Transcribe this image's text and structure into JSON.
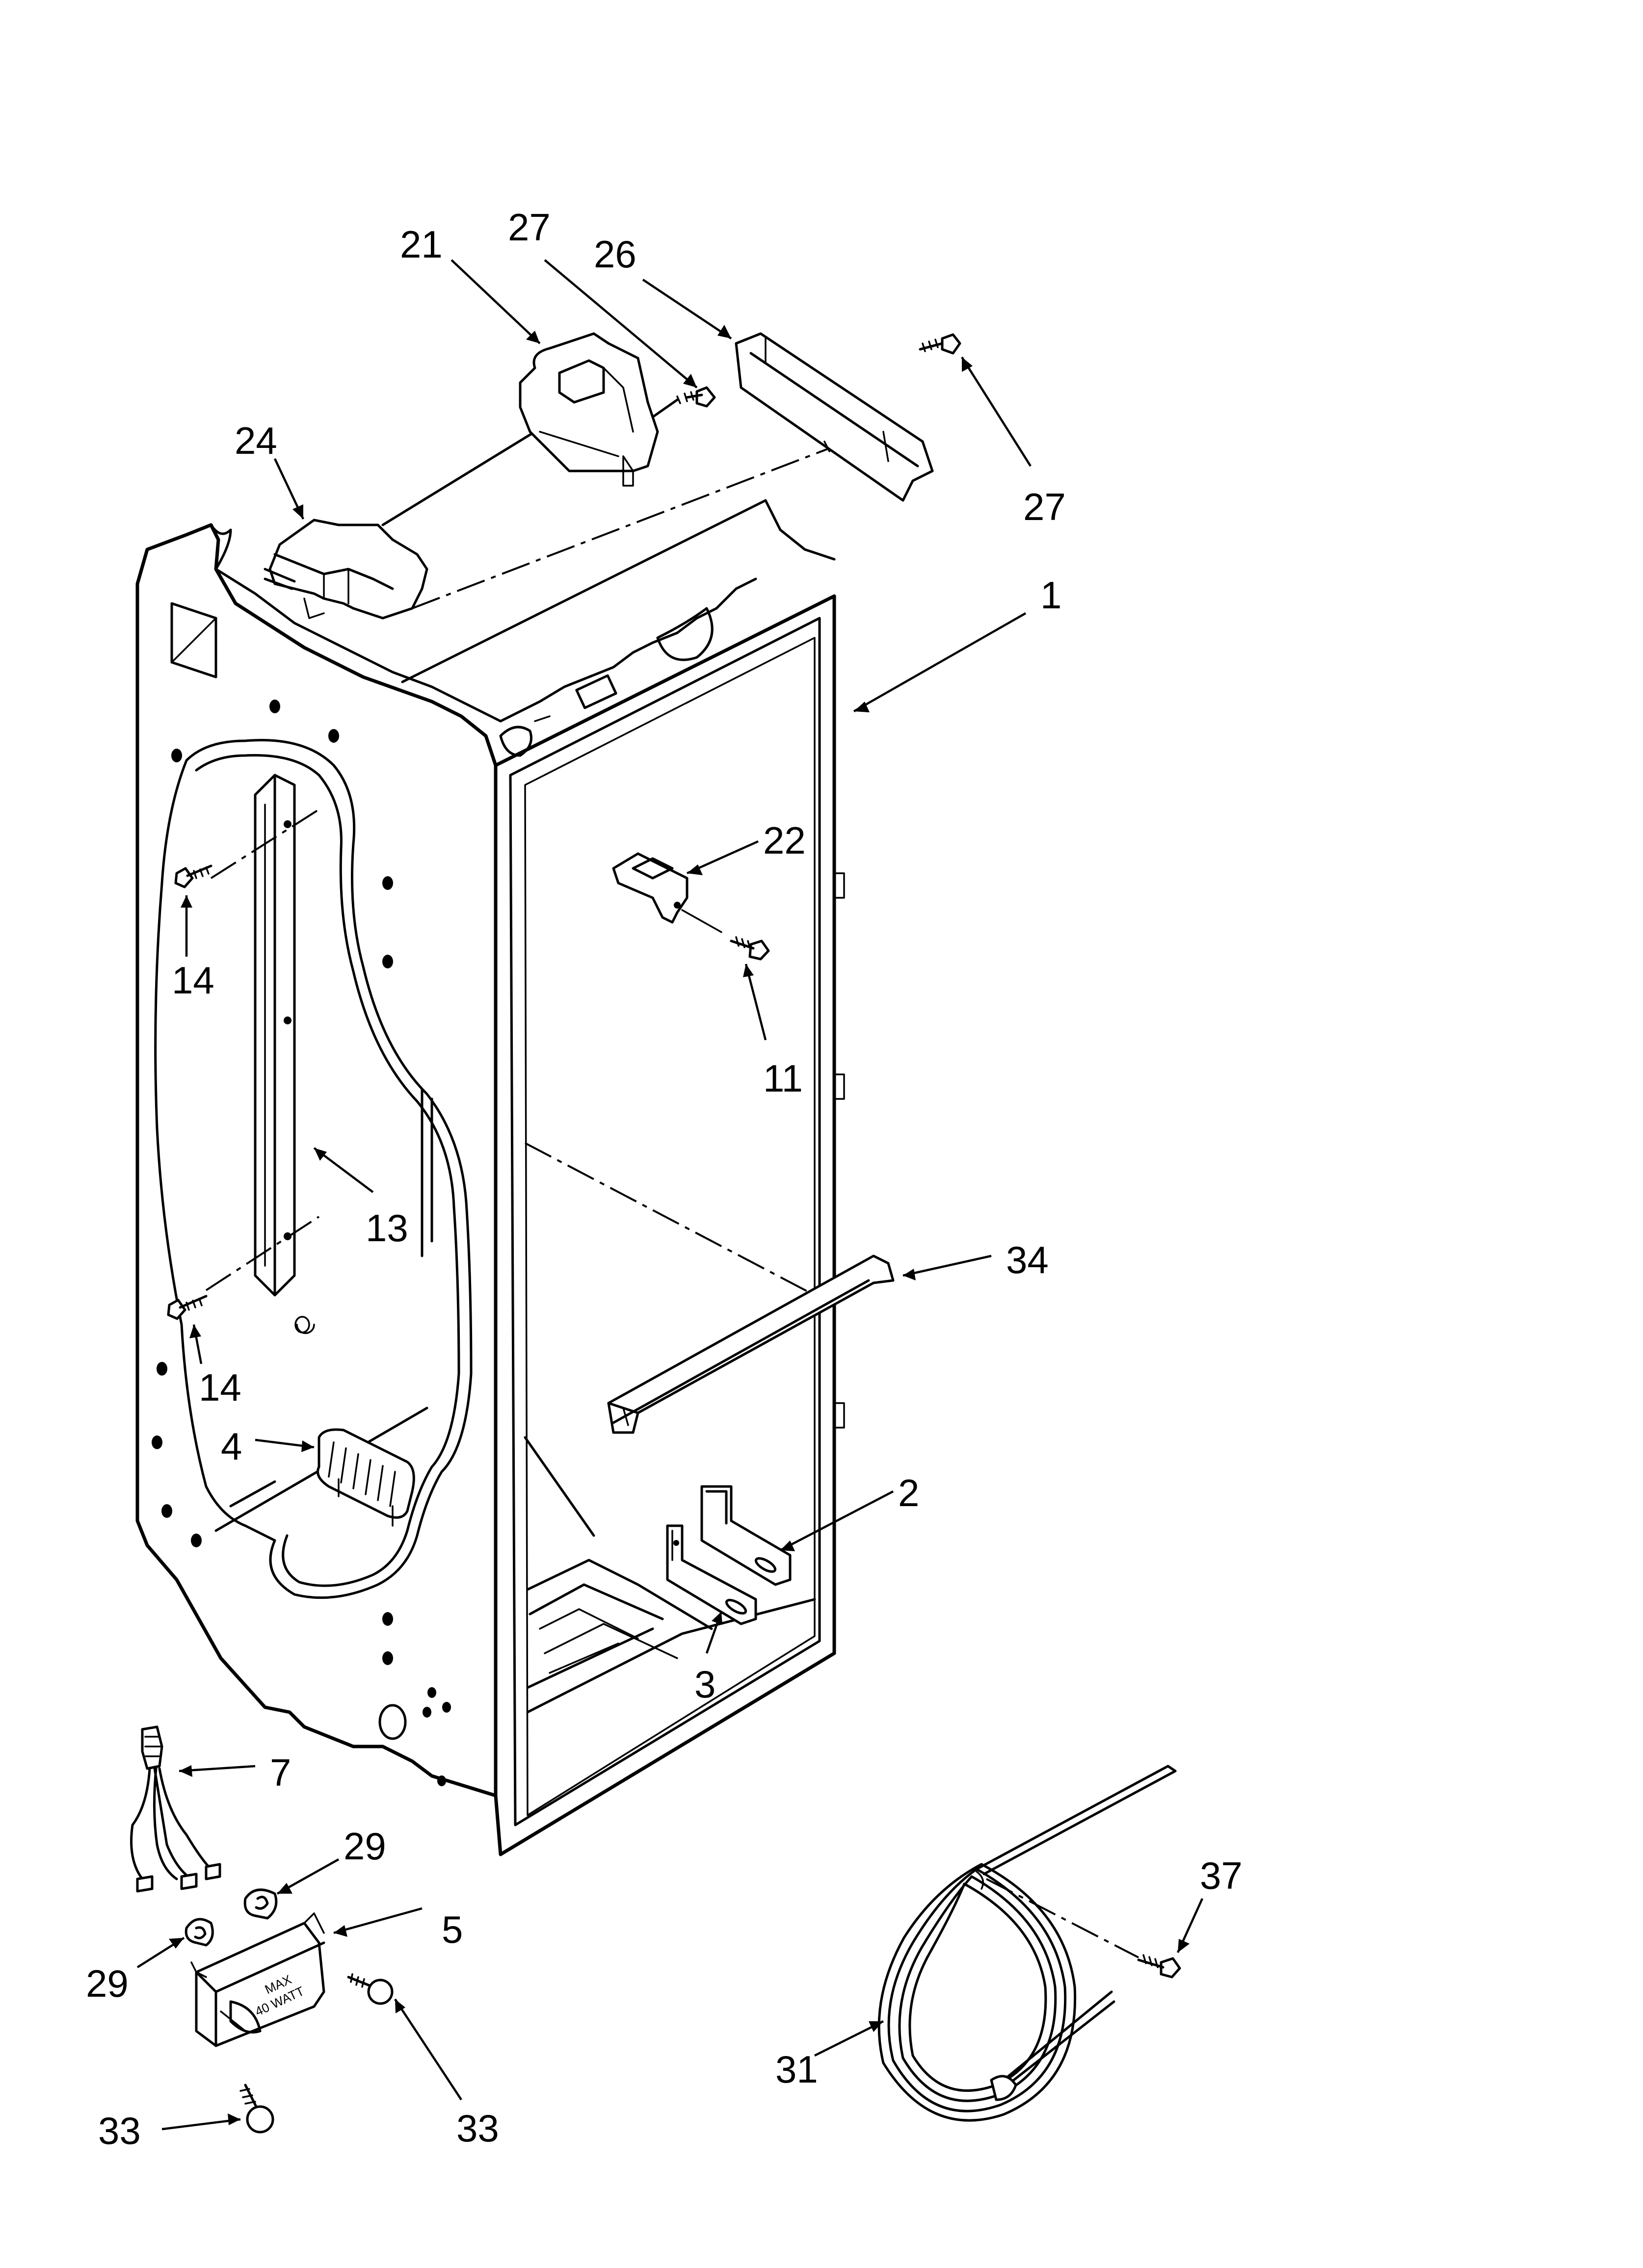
{
  "diagram": {
    "callouts": [
      {
        "id": "c21",
        "label": "21"
      },
      {
        "id": "c27a",
        "label": "27"
      },
      {
        "id": "c26",
        "label": "26"
      },
      {
        "id": "c27b",
        "label": "27"
      },
      {
        "id": "c24",
        "label": "24"
      },
      {
        "id": "c1",
        "label": "1"
      },
      {
        "id": "c22",
        "label": "22"
      },
      {
        "id": "c14a",
        "label": "14"
      },
      {
        "id": "c11",
        "label": "11"
      },
      {
        "id": "c13",
        "label": "13"
      },
      {
        "id": "c34",
        "label": "34"
      },
      {
        "id": "c14b",
        "label": "14"
      },
      {
        "id": "c4",
        "label": "4"
      },
      {
        "id": "c2",
        "label": "2"
      },
      {
        "id": "c3",
        "label": "3"
      },
      {
        "id": "c7",
        "label": "7"
      },
      {
        "id": "c29a",
        "label": "29"
      },
      {
        "id": "c5",
        "label": "5"
      },
      {
        "id": "c37",
        "label": "37"
      },
      {
        "id": "c29b",
        "label": "29"
      },
      {
        "id": "c33a",
        "label": "33"
      },
      {
        "id": "c31",
        "label": "31"
      },
      {
        "id": "c33b",
        "label": "33"
      }
    ],
    "light_housing_label_line1": "MAX",
    "light_housing_label_line2": "40 WATT"
  }
}
